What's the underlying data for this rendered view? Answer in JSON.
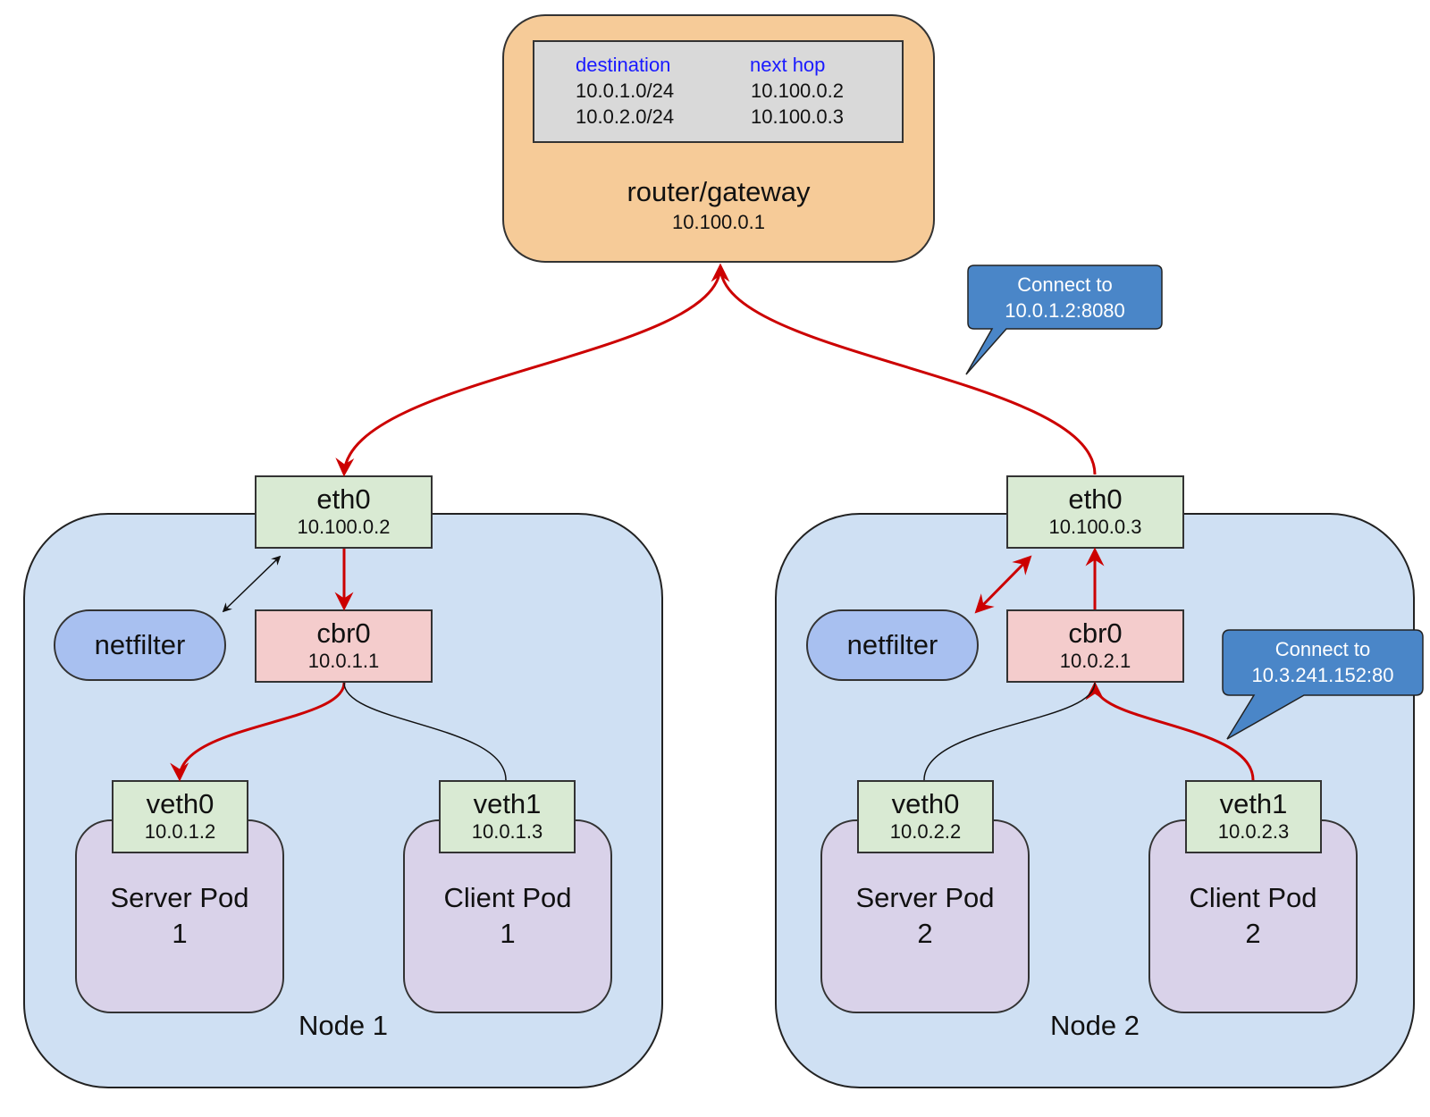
{
  "router": {
    "title": "router/gateway",
    "ip": "10.100.0.1",
    "route_table": {
      "headers": [
        "destination",
        "next hop"
      ],
      "rows": [
        [
          "10.0.1.0/24",
          "10.100.0.2"
        ],
        [
          "10.0.2.0/24",
          "10.100.0.3"
        ]
      ]
    }
  },
  "nodes": [
    {
      "label": "Node 1",
      "eth0": {
        "name": "eth0",
        "ip": "10.100.0.2"
      },
      "cbr0": {
        "name": "cbr0",
        "ip": "10.0.1.1"
      },
      "netfilter": "netfilter",
      "pods": [
        {
          "veth": "veth0",
          "ip": "10.0.1.2",
          "label_line1": "Server Pod",
          "label_line2": "1"
        },
        {
          "veth": "veth1",
          "ip": "10.0.1.3",
          "label_line1": "Client Pod",
          "label_line2": "1"
        }
      ]
    },
    {
      "label": "Node 2",
      "eth0": {
        "name": "eth0",
        "ip": "10.100.0.3"
      },
      "cbr0": {
        "name": "cbr0",
        "ip": "10.0.2.1"
      },
      "netfilter": "netfilter",
      "pods": [
        {
          "veth": "veth0",
          "ip": "10.0.2.2",
          "label_line1": "Server Pod",
          "label_line2": "2"
        },
        {
          "veth": "veth1",
          "ip": "10.0.2.3",
          "label_line1": "Client Pod",
          "label_line2": "2"
        }
      ]
    }
  ],
  "callouts": [
    {
      "line1": "Connect to",
      "line2": "10.0.1.2:8080"
    },
    {
      "line1": "Connect to",
      "line2": "10.3.241.152:80"
    }
  ],
  "colors": {
    "packet_path": "#cc0000",
    "router_fill": "#f6cb98",
    "node_fill": "#cfe0f3",
    "interface_fill": "#d9ead3",
    "bridge_fill": "#f4cccc",
    "pod_fill": "#d9d2e9",
    "netfilter_fill": "#a8c0f0",
    "callout_fill": "#4a86c8",
    "table_fill": "#d9d9d9",
    "table_header": "#1a1aff"
  }
}
